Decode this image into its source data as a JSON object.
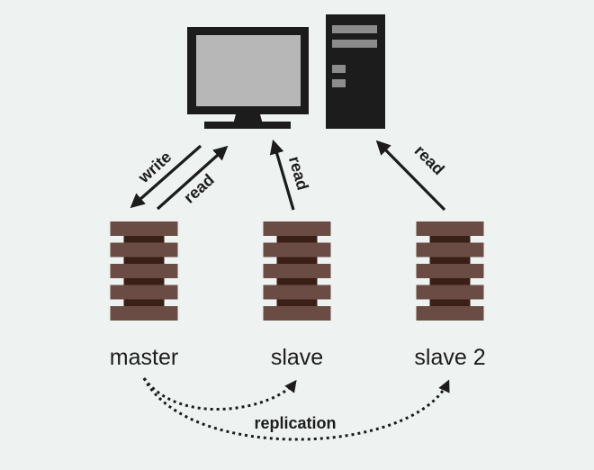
{
  "diagram": {
    "nodes": {
      "master": {
        "label": "master"
      },
      "slave": {
        "label": "slave"
      },
      "slave2": {
        "label": "slave 2"
      }
    },
    "edges": {
      "write": "write",
      "master_read": "read",
      "slave_read": "read",
      "slave2_read": "read",
      "replication": "replication"
    },
    "colors": {
      "background": "#eef3f2",
      "ink": "#1c1c1c",
      "screen": "#b7b7b7",
      "tower_slot": "#8c8c8c",
      "disk": "#6b4c44",
      "disk_gap": "#3a1f17"
    },
    "icons": [
      "monitor-icon",
      "computer-tower-icon",
      "database-server-icon"
    ]
  }
}
